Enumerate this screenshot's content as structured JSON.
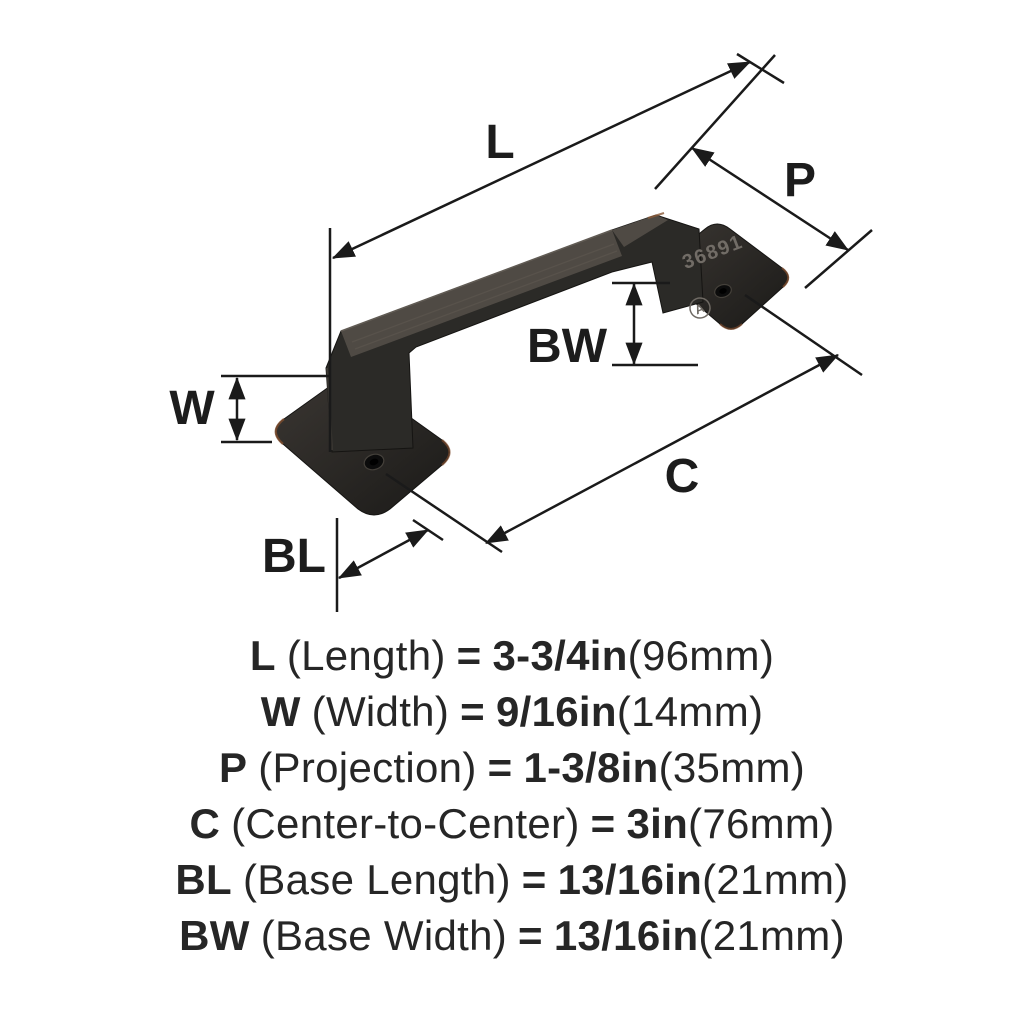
{
  "diagram": {
    "labels": {
      "L": "L",
      "P": "P",
      "BW": "BW",
      "W": "W",
      "C": "C",
      "BL": "BL"
    },
    "engraving": {
      "model": "36891",
      "logo_letter": "A"
    },
    "colors": {
      "line": "#1a1a1a",
      "handle_body": "#2b2a27",
      "handle_top": "#4f4a44",
      "copper_accent": "#7d4c2e",
      "background": "#ffffff"
    }
  },
  "specs": {
    "rows": [
      {
        "sym": "L",
        "name": "(Length)",
        "eq": "=",
        "value": "3-3/4in",
        "metric": "(96mm)"
      },
      {
        "sym": "W",
        "name": "(Width)",
        "eq": "=",
        "value": "9/16in",
        "metric": "(14mm)"
      },
      {
        "sym": "P",
        "name": "(Projection)",
        "eq": "=",
        "value": "1-3/8in",
        "metric": "(35mm)"
      },
      {
        "sym": "C",
        "name": "(Center-to-Center)",
        "eq": "=",
        "value": "3in",
        "metric": "(76mm)"
      },
      {
        "sym": "BL",
        "name": "(Base Length)",
        "eq": "=",
        "value": "13/16in",
        "metric": "(21mm)"
      },
      {
        "sym": "BW",
        "name": "(Base Width)",
        "eq": "=",
        "value": "13/16in",
        "metric": "(21mm)"
      }
    ]
  }
}
